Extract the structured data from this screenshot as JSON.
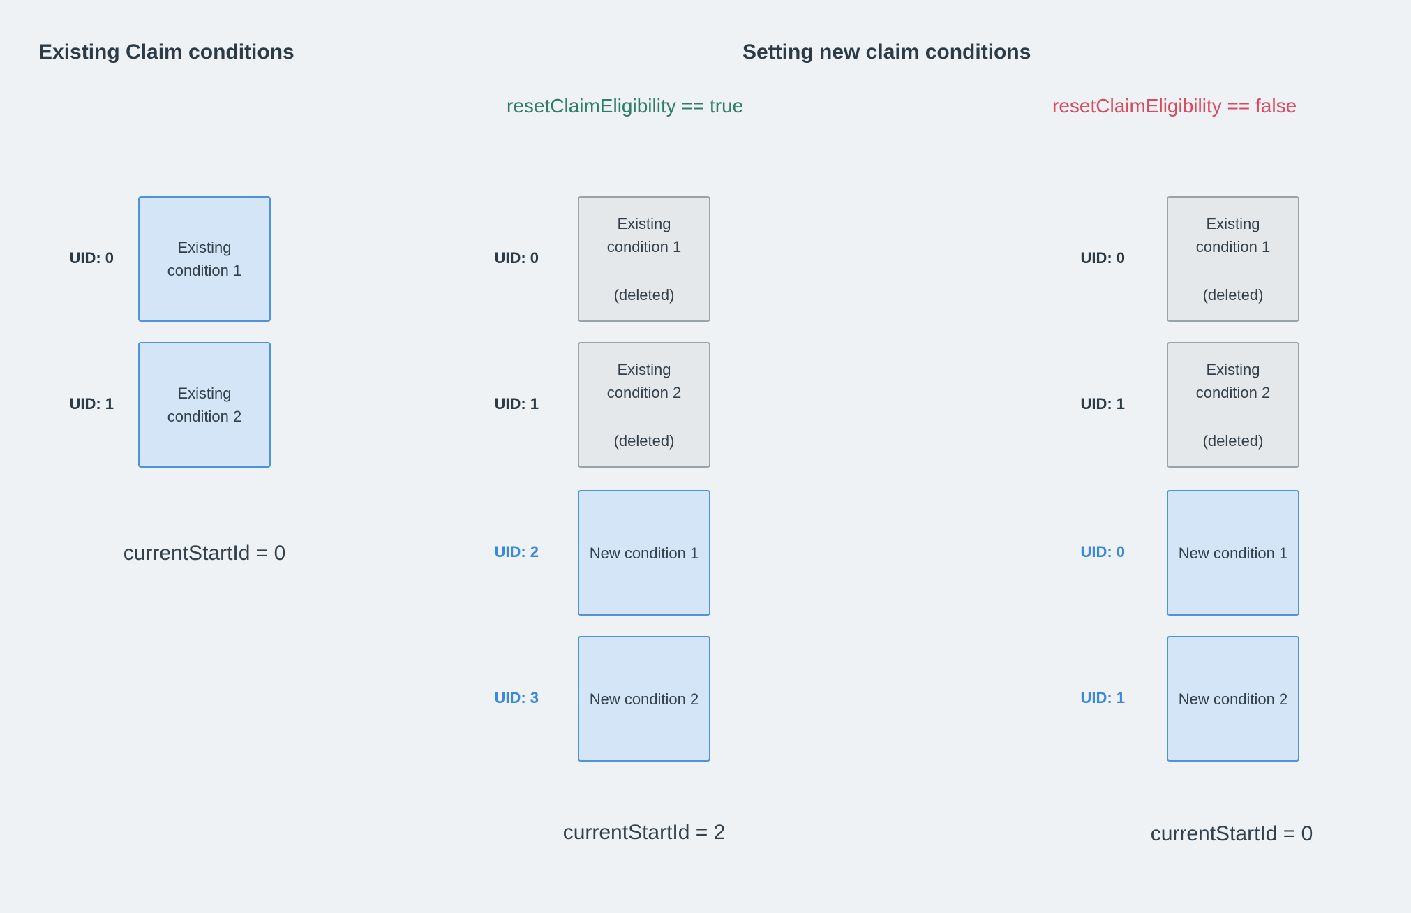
{
  "title": {
    "left": "Existing Claim conditions",
    "right": "Setting new claim conditions"
  },
  "branch_labels": {
    "true": "resetClaimEligibility == true",
    "false": "resetClaimEligibility == false"
  },
  "colors": {
    "background": "#eef2f5",
    "heading_text": "#2d3b46",
    "body_text": "#333f4a",
    "green_label": "#2e7d6b",
    "red_label": "#d94a5f",
    "blue_uid_text": "#3b89da",
    "blue_box_fill": "#d3e5f7",
    "blue_box_border": "#4f93d8",
    "gray_box_fill": "#e4e8ea",
    "gray_box_border": "#99a3aa"
  },
  "columns": {
    "existing": {
      "rows": [
        {
          "uid": "UID: 0",
          "label": "Existing condition 1"
        },
        {
          "uid": "UID: 1",
          "label": "Existing condition 2"
        }
      ],
      "caption": "currentStartId = 0"
    },
    "reset_true": {
      "rows": [
        {
          "uid": "UID: 0",
          "label": "Existing condition 1",
          "note": "(deleted)"
        },
        {
          "uid": "UID: 1",
          "label": "Existing condition 2",
          "note": "(deleted)"
        },
        {
          "uid": "UID: 2",
          "label": "New condition 1"
        },
        {
          "uid": "UID: 3",
          "label": "New condition 2"
        }
      ],
      "caption": "currentStartId = 2"
    },
    "reset_false": {
      "rows": [
        {
          "uid": "UID: 0",
          "label": "Existing condition 1",
          "note": "(deleted)"
        },
        {
          "uid": "UID: 1",
          "label": "Existing condition 2",
          "note": "(deleted)"
        },
        {
          "uid": "UID: 0",
          "label": "New condition 1"
        },
        {
          "uid": "UID: 1",
          "label": "New condition 2"
        }
      ],
      "caption": "currentStartId = 0"
    }
  }
}
